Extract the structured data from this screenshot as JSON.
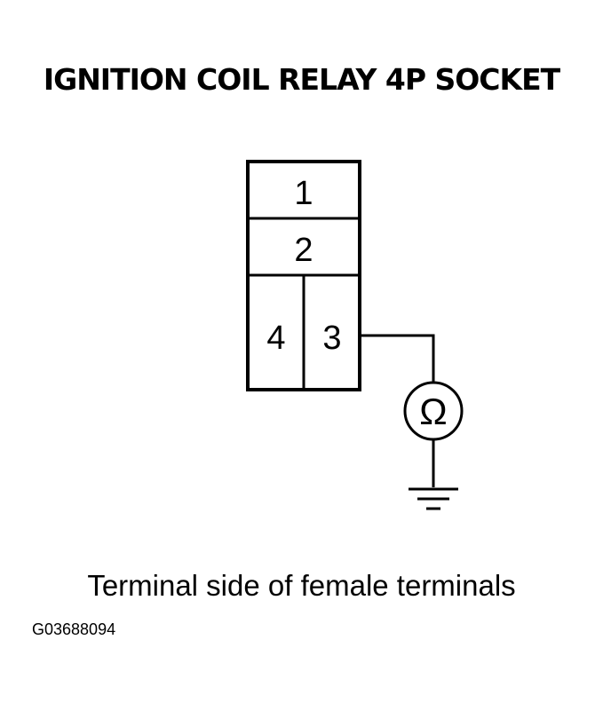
{
  "title": "IGNITION COIL RELAY 4P SOCKET",
  "socket": {
    "pins": {
      "p1": "1",
      "p2": "2",
      "p3": "3",
      "p4": "4"
    }
  },
  "meter": {
    "symbol": "Ω",
    "icon": "ohmmeter-icon"
  },
  "ground": {
    "icon": "ground-icon"
  },
  "caption": "Terminal side of female terminals",
  "code": "G03688094"
}
